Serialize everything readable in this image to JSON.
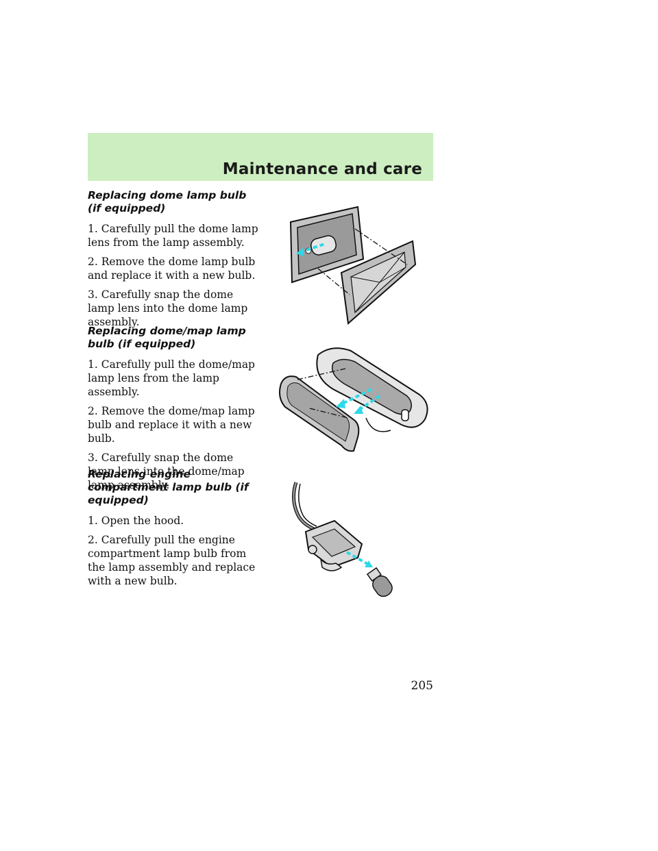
{
  "header": {
    "title": "Maintenance and care",
    "band_color": "#cdeec0"
  },
  "sections": [
    {
      "title": "Replacing dome lamp bulb (if equipped)",
      "steps": [
        "1. Carefully pull the dome lamp lens from the lamp assembly.",
        "2. Remove the dome lamp bulb and replace it with a new bulb.",
        "3. Carefully snap the dome lamp lens into the dome lamp assembly."
      ]
    },
    {
      "title": "Replacing dome/map lamp bulb (if equipped)",
      "steps": [
        "1. Carefully pull the dome/map lamp lens from the lamp assembly.",
        "2. Remove the dome/map lamp bulb and replace it with a new bulb.",
        "3. Carefully snap the dome lamp lens into the dome/map lamp assembly."
      ]
    },
    {
      "title": "Replacing engine compartment lamp bulb (if equipped)",
      "steps": [
        "1. Open the hood.",
        "2. Carefully pull the engine compartment lamp bulb from the lamp assembly and replace with a new bulb."
      ]
    }
  ],
  "page_number": "205",
  "colors": {
    "arrow": "#2fd8e8",
    "outline": "#111111",
    "gray": "#b9b9b9"
  }
}
